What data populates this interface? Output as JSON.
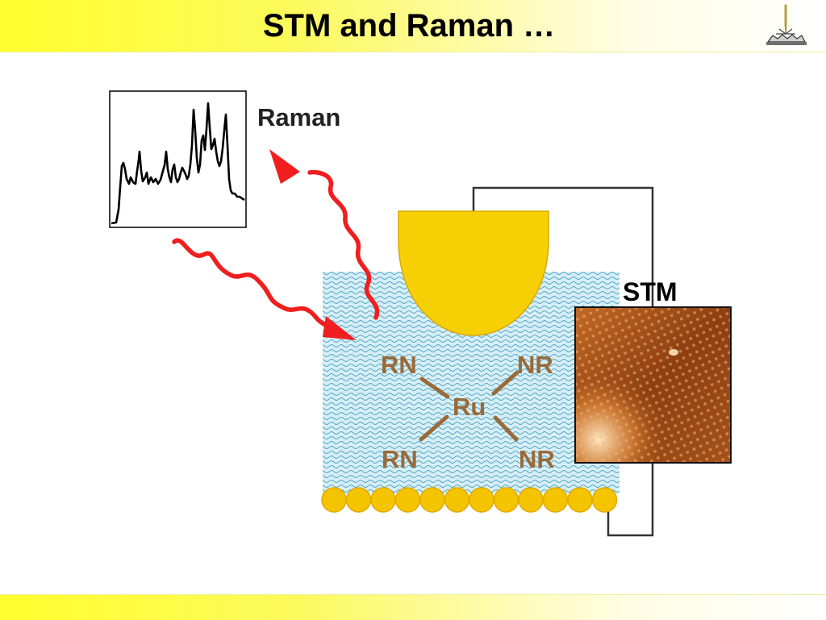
{
  "slide": {
    "title": "STM and Raman …"
  },
  "logo": {
    "icon": "stm-tip-logo-icon"
  },
  "diagram": {
    "raman_label": "Raman",
    "stm_label": "STM",
    "center_atom": "Ru",
    "ligand_top_left": "RN",
    "ligand_top_right": "NR",
    "ligand_bottom_left": "RN",
    "ligand_bottom_right": "NR",
    "colors": {
      "tip_gold": "#f7cf05",
      "substrate_gold": "#f5c400",
      "ligand_brown": "#9a6a38",
      "photon_red": "#f01e1e",
      "solution_blue": "#cfeaf3",
      "stm_image_brown": "#9b4a12"
    }
  }
}
